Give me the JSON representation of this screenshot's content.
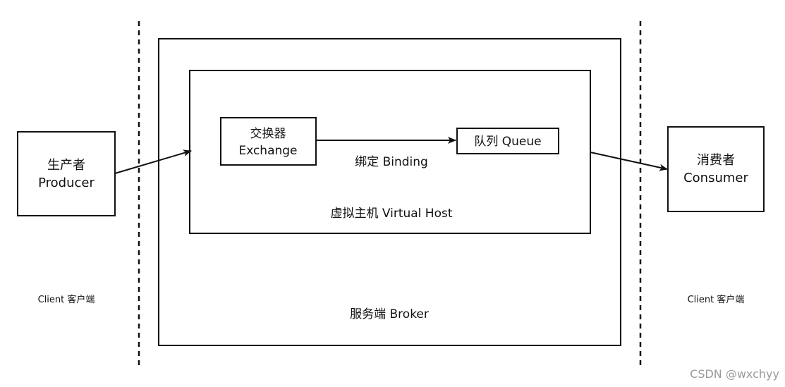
{
  "producer": {
    "line1": "生产者",
    "line2": "Producer"
  },
  "consumer": {
    "line1": "消费者",
    "line2": "Consumer"
  },
  "exchange": {
    "line1": "交换器",
    "line2": "Exchange"
  },
  "queue": {
    "label": "队列 Queue"
  },
  "binding": {
    "label": "绑定 Binding"
  },
  "virtual_host": {
    "label": "虚拟主机 Virtual Host"
  },
  "broker": {
    "label": "服务端 Broker"
  },
  "client_left": {
    "label": "Client 客户端"
  },
  "client_right": {
    "label": "Client 客户端"
  },
  "watermark": {
    "text": "CSDN @wxchyy"
  }
}
